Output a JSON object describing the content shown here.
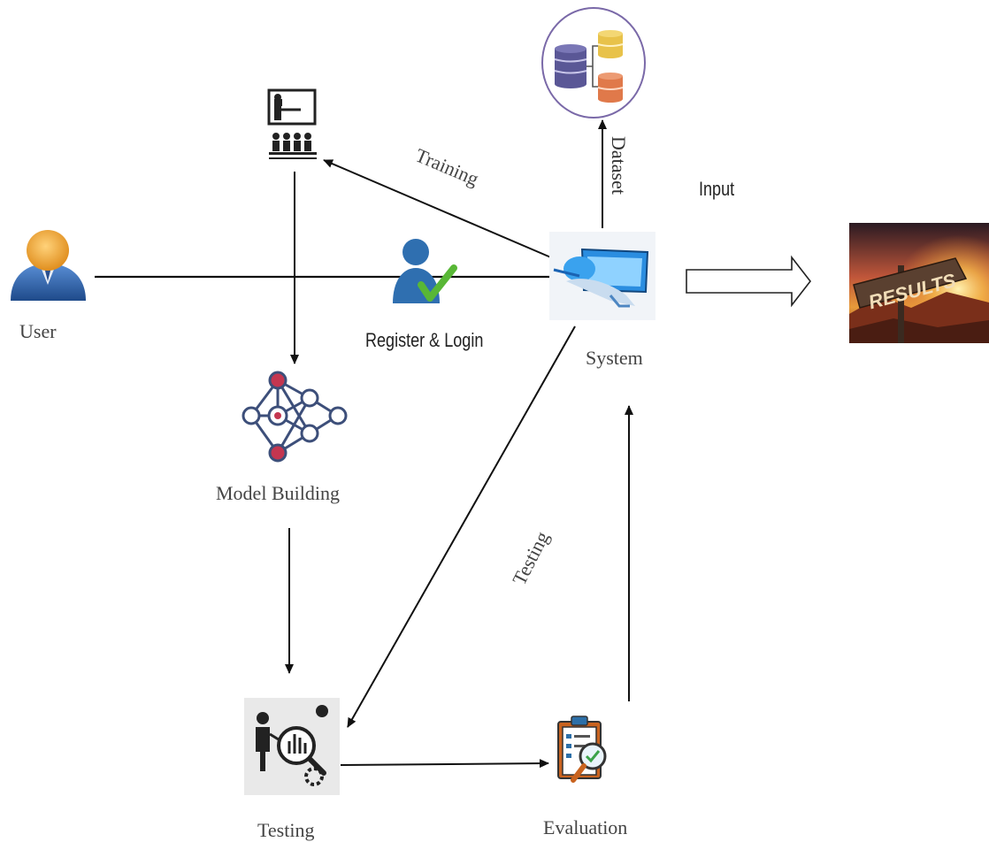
{
  "nodes": {
    "user": {
      "label": "User",
      "icon": "user-icon"
    },
    "register": {
      "label": "Register & Login",
      "icon": "user-check-icon"
    },
    "system": {
      "label": "System",
      "icon": "computer-icon"
    },
    "dataset_db": {
      "icon": "database-icon"
    },
    "training": {
      "icon": "presentation-classroom-icon"
    },
    "model_building": {
      "label": "Model Building",
      "icon": "neural-network-icon"
    },
    "testing": {
      "label": "Testing",
      "icon": "analysis-icon"
    },
    "evaluation": {
      "label": "Evaluation",
      "icon": "clipboard-check-icon"
    },
    "results": {
      "label": "RESULTS",
      "icon": "results-signpost-image"
    }
  },
  "edges": {
    "training": "Training",
    "dataset": "Dataset",
    "testing": "Testing",
    "input": "Input"
  },
  "colors": {
    "arrow": "#111111",
    "user_blue": "#2f62a8",
    "user_face": "#f4a93a",
    "check_green": "#4caf2f",
    "db_purple": "#5a5796",
    "db_yellow": "#e8c24a",
    "db_orange": "#e0794a",
    "nn_red": "#c43650",
    "nn_blue": "#3d4f7a"
  }
}
